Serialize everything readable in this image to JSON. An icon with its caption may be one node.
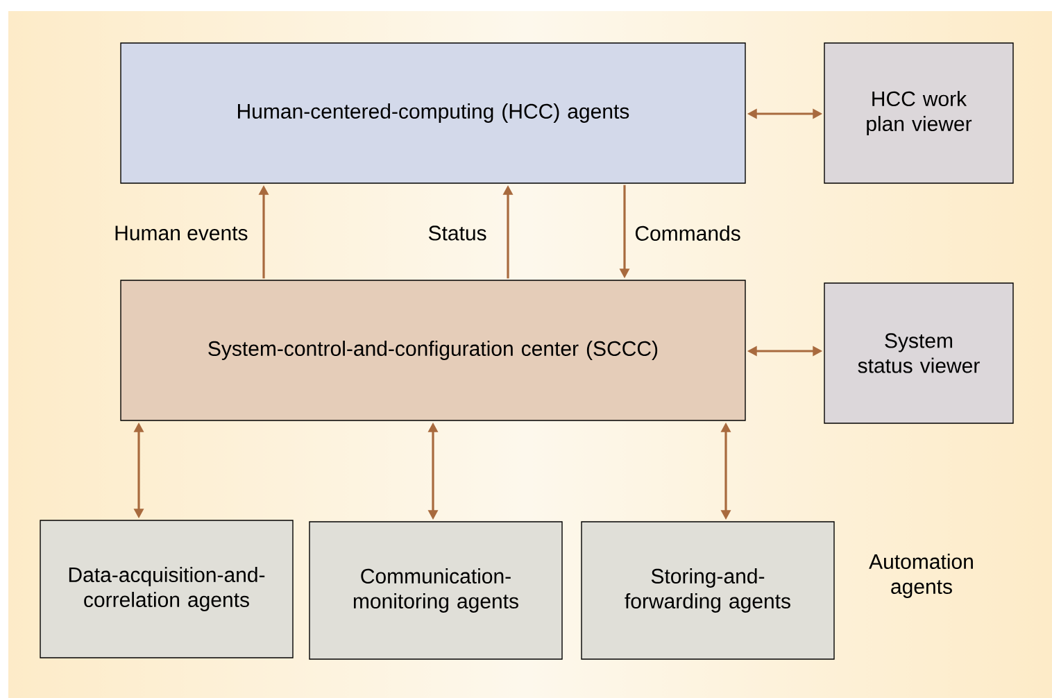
{
  "diagram": {
    "nodes": [
      {
        "text": [
          "Human-centered-computing (HCC) agents"
        ]
      },
      {
        "text": [
          "HCC work plan viewer"
        ]
      },
      {
        "text": [
          "System-control-and-configuration center (SCCC)"
        ]
      },
      {
        "text": [
          "System status viewer"
        ]
      },
      {
        "text": [
          "Data-acquisition-and-correlation agents"
        ]
      },
      {
        "text": [
          "Communication-monitoring agents"
        ]
      },
      {
        "text": [
          "Storing-and-forwarding agents"
        ]
      }
    ],
    "edges": [
      {
        "from": 2,
        "to": 0,
        "arrow": "to",
        "label": "Human events"
      },
      {
        "from": 2,
        "to": 0,
        "arrow": "to",
        "label": "Status"
      },
      {
        "from": 0,
        "to": 2,
        "arrow": "to",
        "label": "Commands"
      },
      {
        "from": 0,
        "to": 1,
        "arrow": "both"
      },
      {
        "from": 2,
        "to": 3,
        "arrow": "both"
      },
      {
        "from": 2,
        "to": 4,
        "arrow": "both"
      },
      {
        "from": 2,
        "to": 5,
        "arrow": "both"
      },
      {
        "from": 2,
        "to": 6,
        "arrow": "both"
      }
    ],
    "labels": [
      "Automation agents"
    ]
  }
}
